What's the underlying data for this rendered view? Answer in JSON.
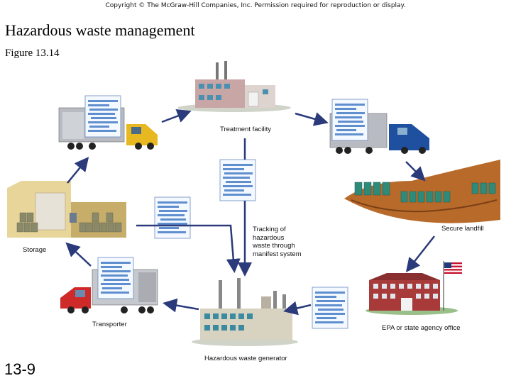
{
  "header": {
    "copyright": "Copyright © The McGraw-Hill Companies, Inc. Permission required for reproduction or display.",
    "title": "Hazardous waste management",
    "subtitle": "Figure 13.14"
  },
  "slide_number": "13-9",
  "nodes": {
    "treatment_facility": "Treatment facility",
    "secure_landfill": "Secure landfill",
    "epa_office": "EPA or state agency office",
    "waste_generator": "Hazardous waste generator",
    "transporter": "Transporter",
    "storage": "Storage"
  },
  "tracking_label": [
    "Tracking of",
    "hazardous",
    "waste through",
    "manifest system"
  ],
  "colors": {
    "arrow": "#2a3a7a",
    "manifest": "#5f8fcf",
    "brick": "#a83a3a",
    "soil": "#b86a2a",
    "drum": "#2f8a7a",
    "truck_yellow": "#e8b820",
    "truck_blue": "#1f4f9f",
    "truck_red": "#cf2a2a"
  }
}
